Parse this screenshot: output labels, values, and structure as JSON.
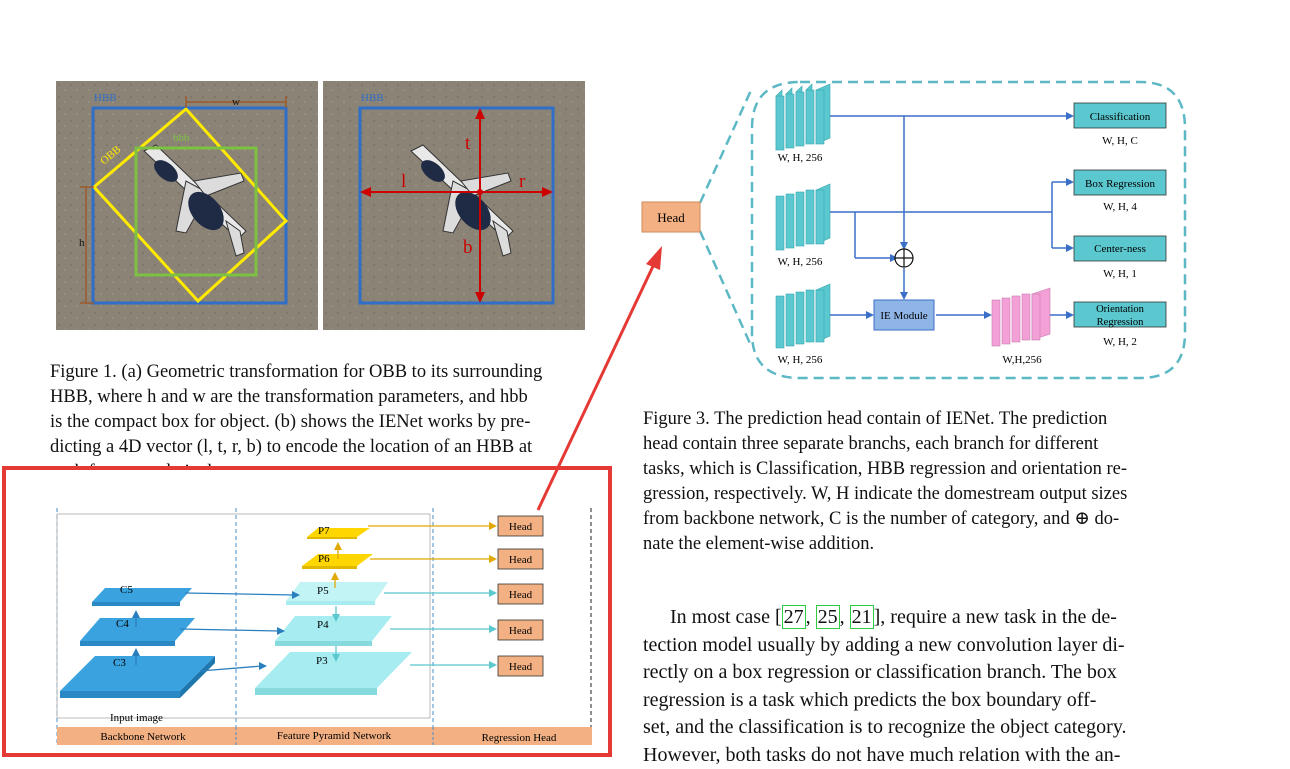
{
  "figure1": {
    "panel_a": {
      "labels": {
        "hbb_outer": "HBB",
        "w": "w",
        "hbb_inner": "hbb",
        "obb": "OBB",
        "h": "h"
      }
    },
    "panel_b": {
      "labels": {
        "hbb": "HBB",
        "t": "t",
        "l": "l",
        "r": "r",
        "b": "b"
      }
    },
    "caption_lines": [
      "Figure 1. (a) Geometric transformation for OBB to its surrounding",
      "HBB, where h and w are the transformation parameters, and hbb",
      "is the compact box for object.  (b) shows the IENet works by pre-",
      "dicting a 4D vector (l, t, r, b) to encode the location of an HBB at",
      "each foreground pixel."
    ]
  },
  "figure2": {
    "heads": [
      "Head",
      "Head",
      "Head",
      "Head",
      "Head"
    ],
    "pyramid_levels": [
      "P7",
      "P6",
      "P5",
      "P4",
      "P3"
    ],
    "backbone_levels": [
      "C5",
      "C4",
      "C3"
    ],
    "input_label": "Input image",
    "sections": [
      "Backbone Network",
      "Feature Pyramid Network",
      "Regression Head"
    ]
  },
  "figure3": {
    "head_label": "Head",
    "feature_dims": [
      "W, H, 256",
      "W, H, 256",
      "W, H, 256",
      "W,H,256"
    ],
    "ie_module": "IE Module",
    "outputs": [
      {
        "name": "Classification",
        "dims": "W, H, C"
      },
      {
        "name": "Box Regression",
        "dims": "W, H, 4"
      },
      {
        "name": "Center-ness",
        "dims": "W, H, 1"
      },
      {
        "name_line1": "Orientation",
        "name_line2": "Regression",
        "dims": "W, H, 2"
      }
    ],
    "caption_lines": [
      "Figure 3. The prediction head contain of IENet.  The prediction",
      "head contain three separate branchs, each branch for different",
      "tasks, which is Classification, HBB regression and orientation re-",
      "gression, respectively. W, H indicate the domestream output sizes",
      "from backbone network, C is the number of category, and ⊕ do-",
      "nate the element-wise addition."
    ]
  },
  "body": {
    "line1_before": "In most case [",
    "citations": [
      "27",
      "25",
      "21"
    ],
    "line1_after": "], require a new task in the de-",
    "lines": [
      "tection model usually by adding a new convolution layer di-",
      "rectly on a box regression or classification branch. The box",
      "regression is a task which predicts the box boundary off-",
      "set, and the classification is to recognize the object category.",
      "However, both tasks do not have much relation with the an-"
    ]
  },
  "colors": {
    "highlight": "#e53935",
    "hbb_blue": "#2f6fc7",
    "obb_yellow": "#ffea00",
    "hbb_green": "#7cc242",
    "cyan": "#5bc8cf",
    "orange": "#f3b183"
  }
}
